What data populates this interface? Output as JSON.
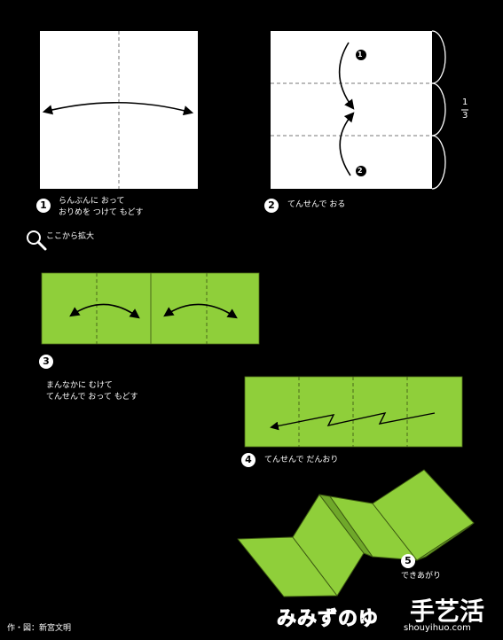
{
  "step1": {
    "number": "1",
    "line1": "らんぶんに おって",
    "line2": "おりめを つけて もどす"
  },
  "step2": {
    "number": "2",
    "caption": "てんせんで おる",
    "marker1": "1",
    "marker2": "2",
    "fraction_num": "1",
    "fraction_den": "3"
  },
  "zoom_note": "ここから拡大",
  "step3": {
    "number": "3",
    "line1": "まんなかに むけて",
    "line2": "てんせんで おって もどす"
  },
  "step4": {
    "number": "4",
    "caption": "てんせんで だんおり"
  },
  "step5": {
    "number": "5",
    "caption": "できあがり"
  },
  "title": "みみずのゆ",
  "credit": "作・図：新宮文明",
  "watermark": {
    "brand": "手艺活",
    "url": "shouyihuo.com"
  },
  "colors": {
    "paper_white": "#ffffff",
    "paper_green": "#8fcf3a",
    "background": "#000000"
  }
}
